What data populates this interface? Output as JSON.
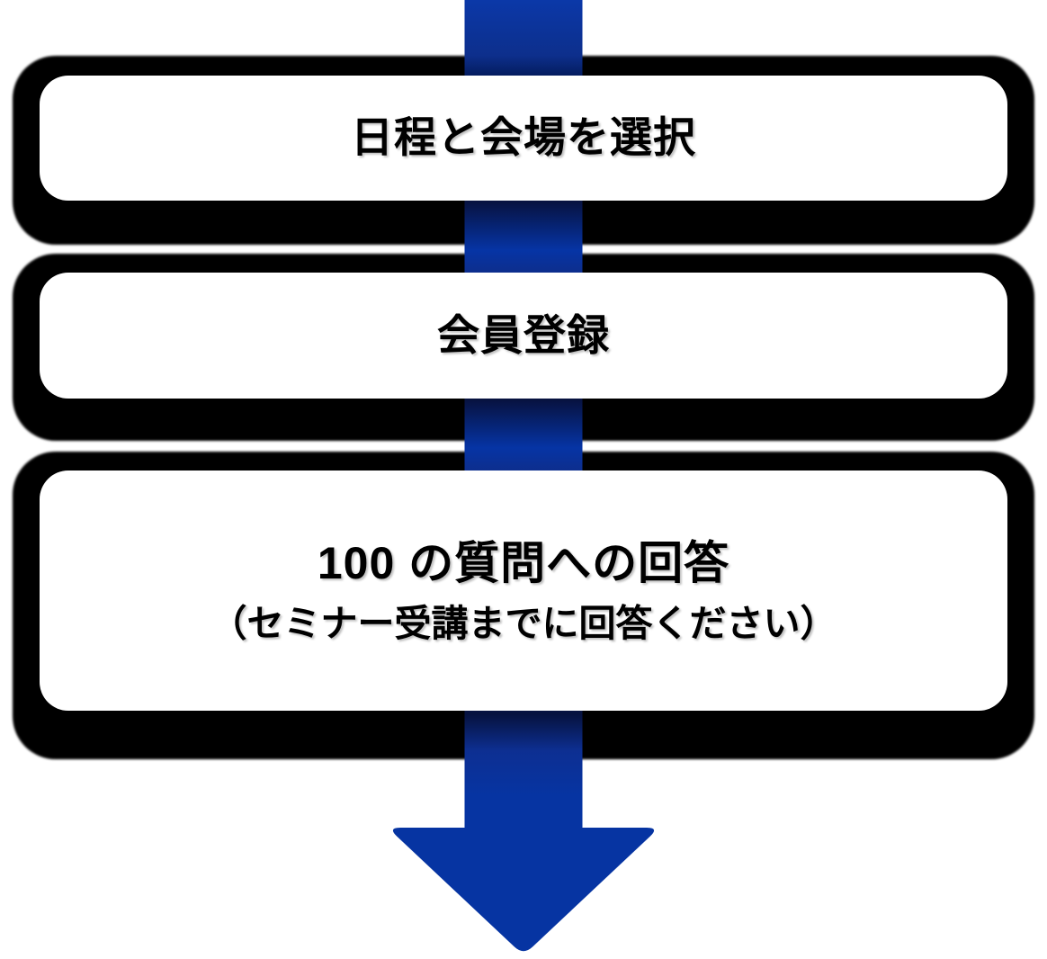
{
  "diagram": {
    "type": "vertical-flow",
    "steps": [
      {
        "title": "日程と会場を選択"
      },
      {
        "title": "会員登録"
      },
      {
        "title": "100 の質問への回答",
        "subtitle": "（セミナー受講までに回答ください）"
      }
    ],
    "arrow": {
      "direction": "down",
      "color_bright": "#0634a5",
      "color_dark": "#071240"
    },
    "colors": {
      "box_border": "#000000",
      "box_fill": "#ffffff",
      "text": "#000000",
      "background": "#ffffff"
    }
  }
}
